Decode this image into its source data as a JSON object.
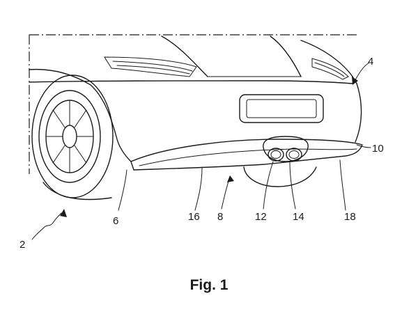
{
  "figure": {
    "caption": "Fig. 1",
    "reference_numerals": {
      "r2": "2",
      "r4": "4",
      "r6": "6",
      "r8": "8",
      "r10": "10",
      "r12": "12",
      "r14": "14",
      "r16": "16",
      "r18": "18"
    }
  }
}
